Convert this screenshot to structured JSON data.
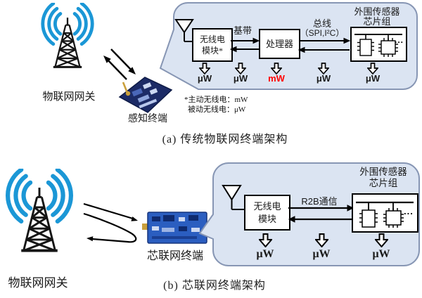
{
  "colors": {
    "bubble_fill": "#dbe4f2",
    "bubble_border": "#8796b4",
    "wave_blue": "#1b97d6",
    "alert_red": "#ff0000",
    "pcb_a": "#1c2b66",
    "pcb_b": "#2b5ec0"
  },
  "diagram_a": {
    "gateway_label": "物联网网关",
    "terminal_label": "感知终端",
    "caption": "(a)  传统物联网终端架构",
    "callout": {
      "radio_line1": "无线电",
      "radio_line2": "模块*",
      "baseband_label": "基带",
      "processor_label": "处理器",
      "bus_line1": "总线",
      "bus_line2": "（SPI,I²C）",
      "sensor_line1": "外围传感器",
      "sensor_line2": "芯片组",
      "ellipsis": "...",
      "power_labels": [
        "μW",
        "μW",
        "mW",
        "μW",
        "μW"
      ],
      "footnote_line1": "*主动无线电：mW",
      "footnote_line2": "被动无线电：μW"
    }
  },
  "diagram_b": {
    "gateway_label": "物联网网关",
    "terminal_label": "芯联网终端",
    "caption": "(b)  芯联网终端架构",
    "callout": {
      "radio_line1": "无线电",
      "radio_line2": "模块",
      "comm_label": "R2B通信",
      "sensor_line1": "外围传感器",
      "sensor_line2": "芯片组",
      "ellipsis": "...",
      "power_labels": [
        "μW",
        "μW",
        "μW"
      ]
    }
  }
}
